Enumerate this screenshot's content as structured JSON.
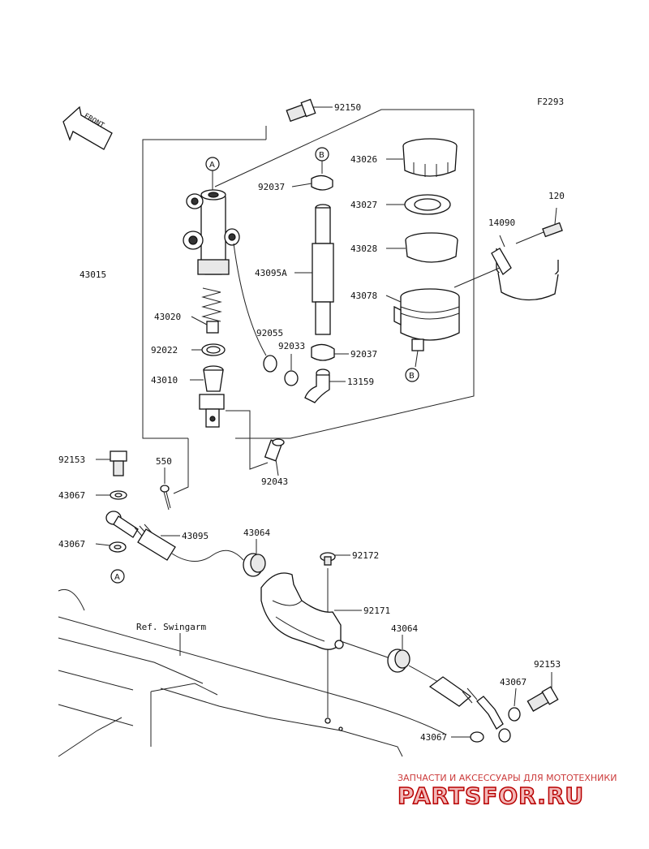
{
  "diagram": {
    "code": "F2293",
    "front_label": "FRONT",
    "ref_label": "Ref. Swingarm",
    "refs": {
      "a": "A",
      "b": "B"
    },
    "parts": {
      "p92150": "92150",
      "p43026": "43026",
      "p92037a": "92037",
      "p43027": "43027",
      "p120": "120",
      "p14090": "14090",
      "p43028": "43028",
      "p43015": "43015",
      "p43095a": "43095A",
      "p43078": "43078",
      "p43020": "43020",
      "p92055": "92055",
      "p92033": "92033",
      "p92037b": "92037",
      "p92022": "92022",
      "p43010": "43010",
      "p13159": "13159",
      "p92153a": "92153",
      "p550": "550",
      "p43067a": "43067",
      "p92043": "92043",
      "p43064a": "43064",
      "p43095": "43095",
      "p43067b": "43067",
      "p92172": "92172",
      "p92171": "92171",
      "p43064b": "43064",
      "p92153b": "92153",
      "p43067c": "43067",
      "p43067d": "43067"
    }
  },
  "watermark": {
    "tagline": "ЗАПЧАСТИ И АКСЕССУАРЫ ДЛЯ МОТОТЕХНИКИ",
    "brand": "PARTSFOR.RU"
  }
}
